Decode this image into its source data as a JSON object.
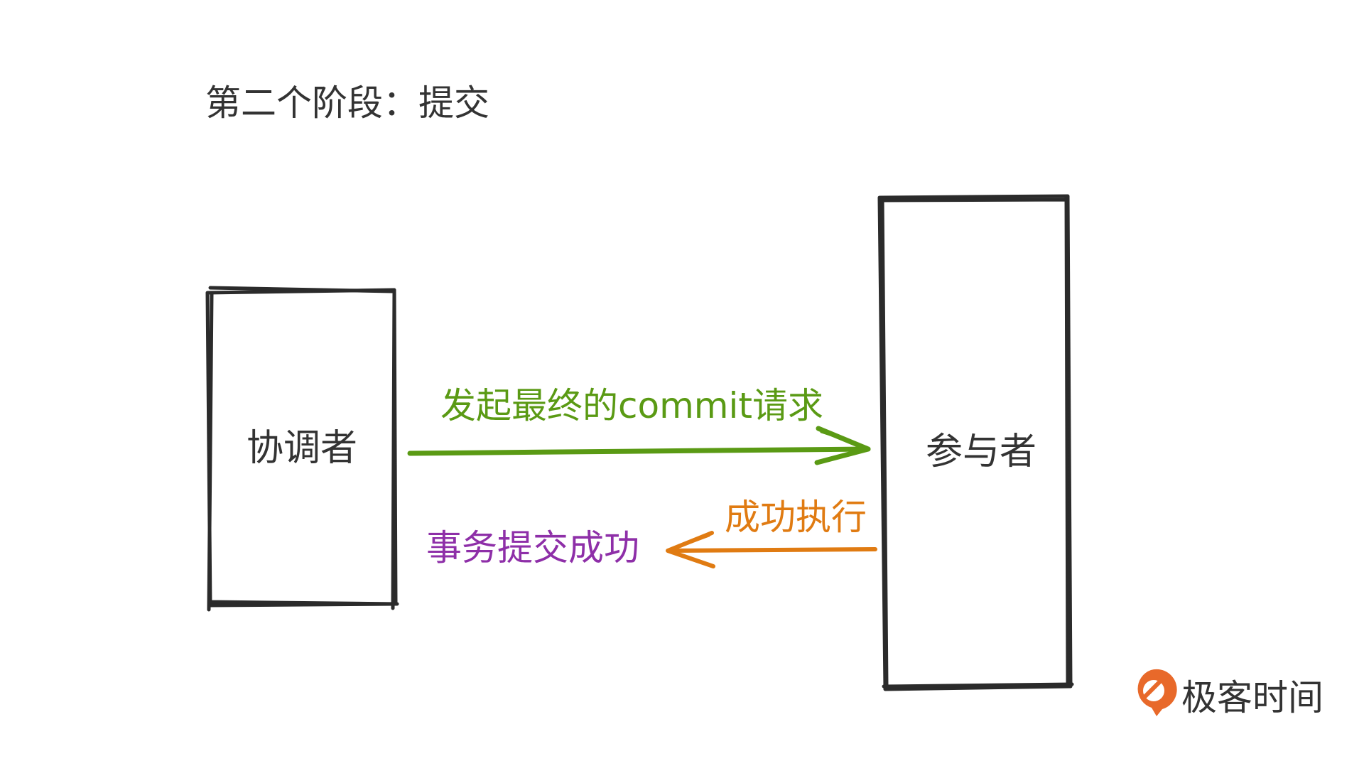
{
  "title": "第二个阶段：提交",
  "coordinator": {
    "label": "协调者"
  },
  "participant": {
    "label": "参与者"
  },
  "messages": {
    "commit_request": {
      "label": "发起最终的commit请求",
      "color": "#5a9a14"
    },
    "execute_success": {
      "label": "成功执行",
      "color": "#e07b12"
    },
    "transaction_success": {
      "label": "事务提交成功",
      "color": "#8e2fa8"
    }
  },
  "brand": {
    "name": "极客时间",
    "logo_icon": "geektime-logo-icon",
    "color": "#e8692a"
  }
}
